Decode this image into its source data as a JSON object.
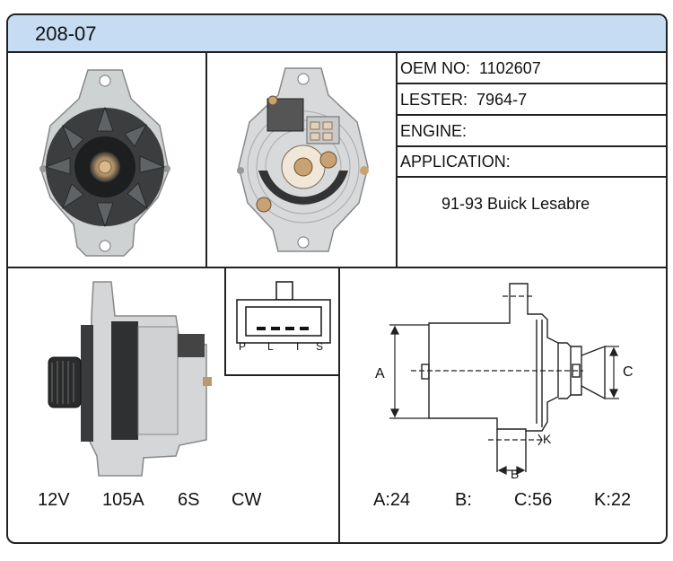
{
  "title": "208-07",
  "info": [
    {
      "label": "OEM NO:",
      "value": "1102607"
    },
    {
      "label": "LESTER:",
      "value": "7964-7"
    },
    {
      "label": "ENGINE:",
      "value": ""
    },
    {
      "label": "APPLICATION:",
      "value": ""
    }
  ],
  "application_text": "91-93 Buick Lesabre",
  "connector_pins": [
    "P",
    "L",
    "I",
    "S"
  ],
  "specs": {
    "voltage": "12V",
    "amperage": "105A",
    "pulley": "6S",
    "rotation": "CW"
  },
  "dimensions": [
    {
      "label": "A:24"
    },
    {
      "label": "B:"
    },
    {
      "label": "C:56"
    },
    {
      "label": "K:22"
    }
  ],
  "diagram_labels": {
    "a": "A",
    "b": "B",
    "c": "C",
    "k": "K"
  }
}
